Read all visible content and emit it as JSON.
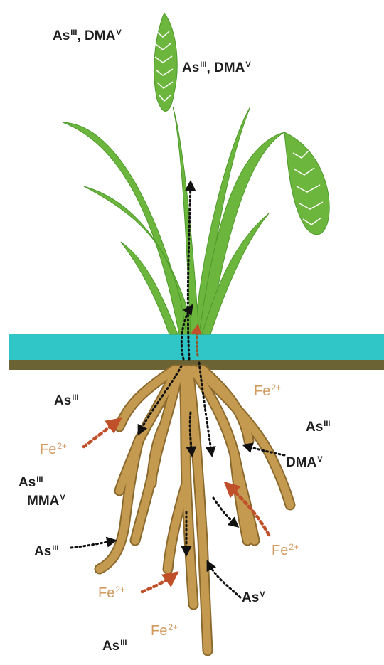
{
  "colors": {
    "plant": "#6db63e",
    "plant_dark": "#4d9a2b",
    "water": "#30c6c8",
    "soil": "#6b6334",
    "root": "#c39a4f",
    "root_edge": "#8c6a2e",
    "fe_arrow": "#c0502a",
    "as_arrow": "#111111"
  },
  "labels": {
    "as3_dma_top": {
      "base1": "As",
      "sup1": "III",
      "sep": ", ",
      "base2": "DMA",
      "sup2": "V"
    },
    "as3_dma_panicle": {
      "base1": "As",
      "sup1": "III",
      "sep": ", ",
      "base2": "DMA",
      "sup2": "V"
    },
    "as3_left_upper": {
      "base": "As",
      "sup": "III"
    },
    "fe_left": {
      "base": "Fe",
      "sup": "2+"
    },
    "as3_mma_as": {
      "base": "As",
      "sup": "III"
    },
    "as3_mma_mma": {
      "base": "MMA",
      "sup": "V"
    },
    "as3_left_lower": {
      "base": "As",
      "sup": "III"
    },
    "fe_bottom_left": {
      "base": "Fe",
      "sup": "2+"
    },
    "as3_bottom": {
      "base": "As",
      "sup": "III"
    },
    "fe_bottom": {
      "base": "Fe",
      "sup": "2+"
    },
    "fe_top_right": {
      "base": "Fe",
      "sup": "2+"
    },
    "as3_right": {
      "base": "As",
      "sup": "III"
    },
    "dma_right": {
      "base": "DMA",
      "sup": "V"
    },
    "fe_right": {
      "base": "Fe",
      "sup": "2+"
    },
    "as5_right": {
      "base": "As",
      "sup": "V"
    }
  }
}
